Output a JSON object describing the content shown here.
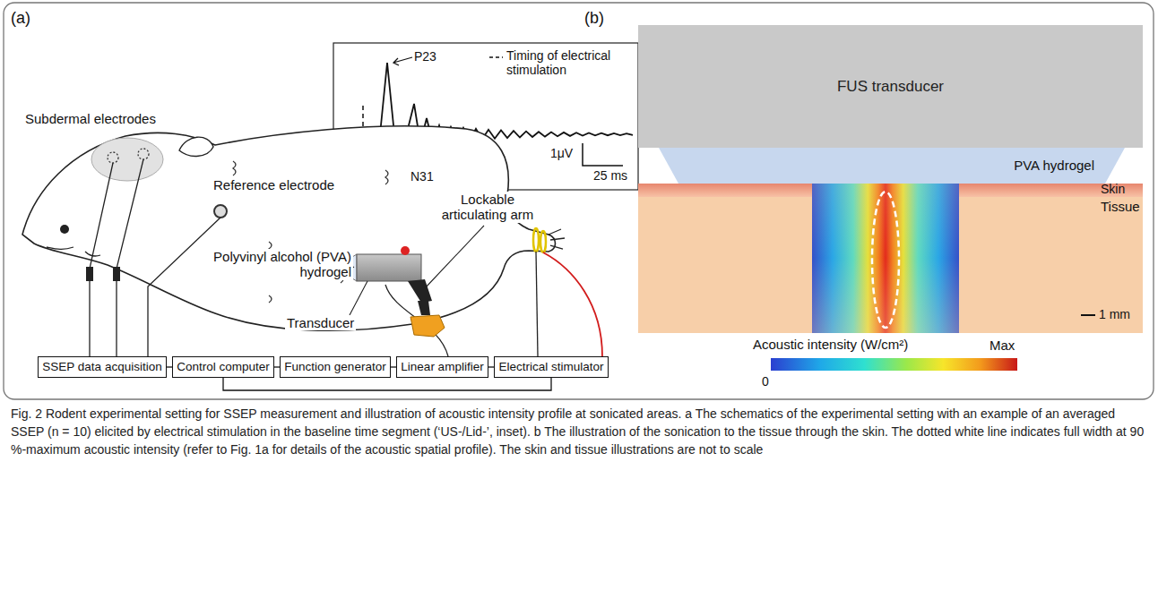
{
  "diagram": {
    "caption": "Fig. 2 Rodent experimental setting for SSEP measurement and illustration of acoustic intensity profile at sonicated areas. a The schematics of the experimental setting with an example of an averaged SSEP (n = 10) elicited by electrical stimulation in the baseline time segment (‘US-/Lid-’, inset). b The illustration of the sonication to the tissue through the skin. The dotted white line indicates full width at 90 %-maximum acoustic intensity (refer to Fig. 1a for details of the acoustic spatial profile). The skin and tissue illustrations are not to scale",
    "nodes": [
      {
        "text": [
          "SSEP data acquisition"
        ]
      },
      {
        "text": [
          "Control computer"
        ]
      },
      {
        "text": [
          "Function generator"
        ]
      },
      {
        "text": [
          "Linear amplifier"
        ]
      },
      {
        "text": [
          "Electrical stimulator"
        ]
      },
      {
        "text": [
          "FUS transducer"
        ]
      },
      {
        "text": [
          "PVA hydrogel"
        ]
      }
    ],
    "edges": [
      {
        "from": 0,
        "to": 1,
        "arrow": "none"
      },
      {
        "from": 1,
        "to": 2,
        "arrow": "none"
      },
      {
        "from": 2,
        "to": 3,
        "arrow": "none"
      },
      {
        "from": 3,
        "to": 4,
        "arrow": "none"
      },
      {
        "from": 1,
        "to": 4,
        "arrow": "none"
      }
    ],
    "labels": [
      "(a)",
      "(b)",
      "P23",
      "Timing of electrical stimulation",
      "1μV",
      "25 ms",
      "N31",
      "Subdermal electrodes",
      "Reference electrode",
      "Lockable articulating arm",
      "Polyvinyl alcohol (PVA) hydrogel",
      "Transducer",
      "Skin",
      "Tissue",
      "1 mm",
      "Acoustic intensity (W/cm²)",
      "0",
      "Max"
    ]
  }
}
